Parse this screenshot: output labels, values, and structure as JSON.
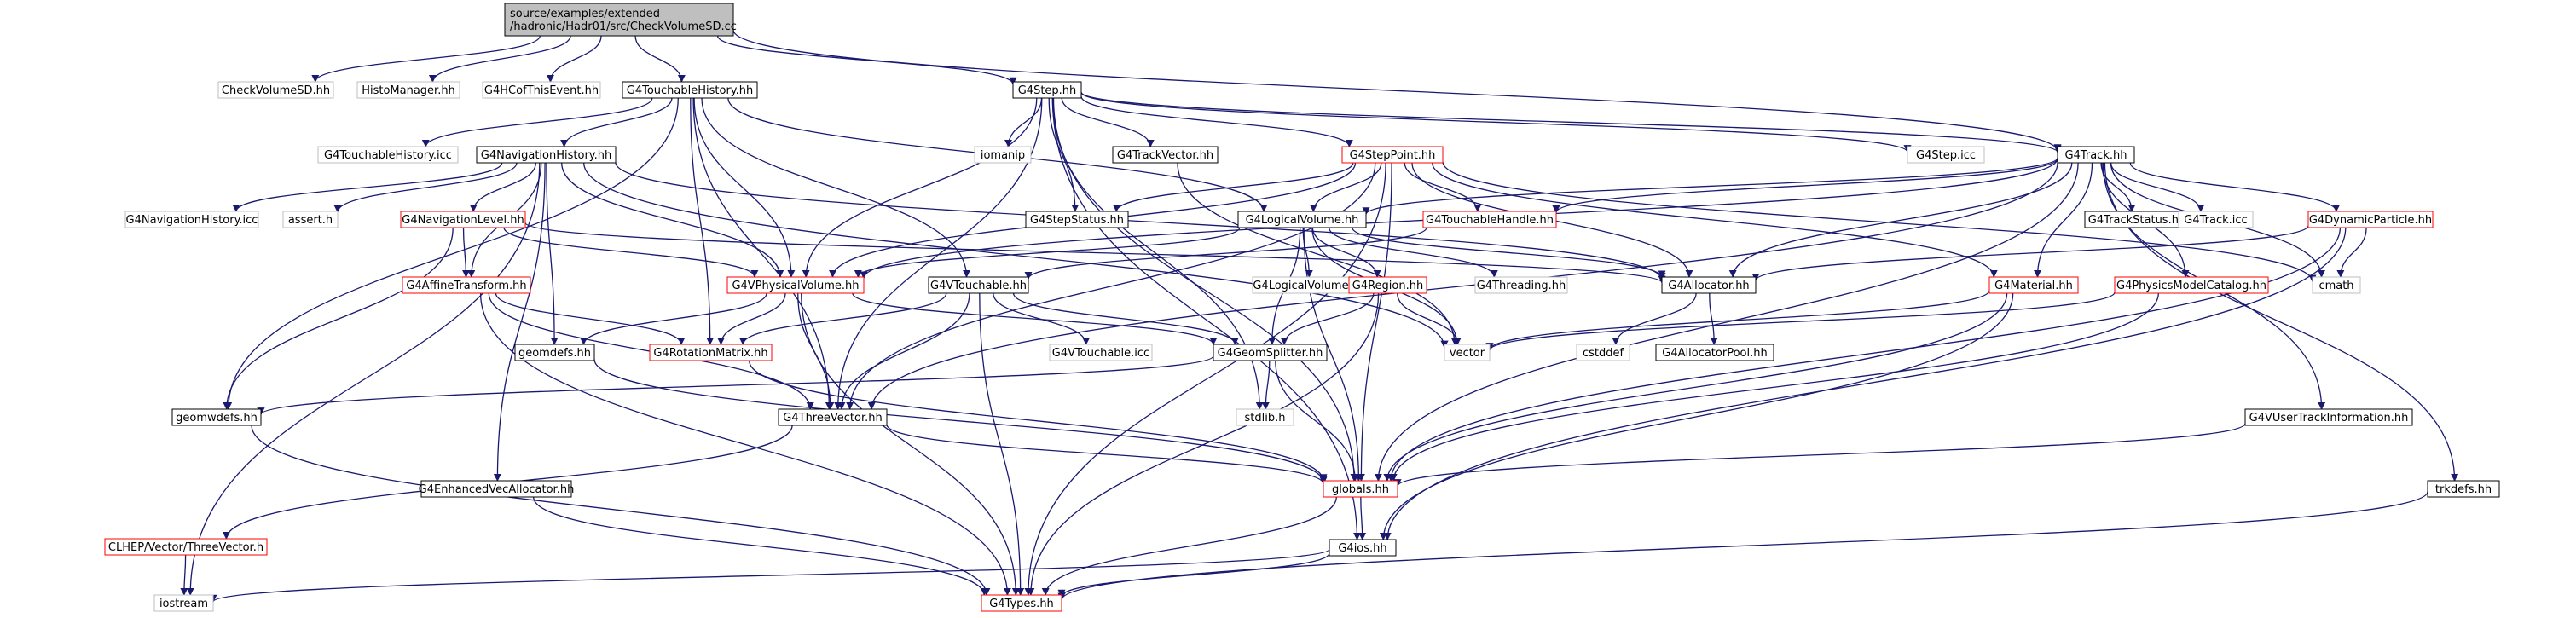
{
  "graph": {
    "style": {
      "root_fill": "#bfbfbf",
      "box_fill": "#ffffff",
      "border_normal": "#000000",
      "border_link": "#ff0000",
      "border_external": "#bfbfbf",
      "text_external": "#a0a0a0",
      "edge_color": "#191970"
    },
    "nodes": [
      {
        "id": "root",
        "label": [
          "source/examples/extended",
          "/hadronic/Hadr01/src/CheckVolumeSD.cc"
        ],
        "kind": "root"
      },
      {
        "id": "checkvolume",
        "label": [
          "CheckVolumeSD.hh"
        ],
        "kind": "external"
      },
      {
        "id": "histomgr",
        "label": [
          "HistoManager.hh"
        ],
        "kind": "external"
      },
      {
        "id": "hcofthis",
        "label": [
          "G4HCofThisEvent.hh"
        ],
        "kind": "external"
      },
      {
        "id": "touchhist",
        "label": [
          "G4TouchableHistory.hh"
        ],
        "kind": "normal"
      },
      {
        "id": "g4step",
        "label": [
          "G4Step.hh"
        ],
        "kind": "normal"
      },
      {
        "id": "touchhisticc",
        "label": [
          "G4TouchableHistory.icc"
        ],
        "kind": "external"
      },
      {
        "id": "navhist",
        "label": [
          "G4NavigationHistory.hh"
        ],
        "kind": "normal"
      },
      {
        "id": "navhisticc",
        "label": [
          "G4NavigationHistory.icc"
        ],
        "kind": "external"
      },
      {
        "id": "asserth",
        "label": [
          "assert.h"
        ],
        "kind": "external"
      },
      {
        "id": "navlevel",
        "label": [
          "G4NavigationLevel.hh"
        ],
        "kind": "link"
      },
      {
        "id": "iomanip",
        "label": [
          "iomanip"
        ],
        "kind": "external"
      },
      {
        "id": "trackvector",
        "label": [
          "G4TrackVector.hh"
        ],
        "kind": "normal"
      },
      {
        "id": "steppoint",
        "label": [
          "G4StepPoint.hh"
        ],
        "kind": "link"
      },
      {
        "id": "stepicc",
        "label": [
          "G4Step.icc"
        ],
        "kind": "external"
      },
      {
        "id": "g4track",
        "label": [
          "G4Track.hh"
        ],
        "kind": "normal"
      },
      {
        "id": "stepstatus",
        "label": [
          "G4StepStatus.hh"
        ],
        "kind": "normal"
      },
      {
        "id": "logvol",
        "label": [
          "G4LogicalVolume.hh"
        ],
        "kind": "normal"
      },
      {
        "id": "touchhandle",
        "label": [
          "G4TouchableHandle.hh"
        ],
        "kind": "link"
      },
      {
        "id": "trackstatus",
        "label": [
          "G4TrackStatus.hh"
        ],
        "kind": "normal"
      },
      {
        "id": "trackicc",
        "label": [
          "G4Track.icc"
        ],
        "kind": "external"
      },
      {
        "id": "dynpart",
        "label": [
          "G4DynamicParticle.hh"
        ],
        "kind": "link"
      },
      {
        "id": "affine",
        "label": [
          "G4AffineTransform.hh"
        ],
        "kind": "link"
      },
      {
        "id": "vphysvol",
        "label": [
          "G4VPhysicalVolume.hh"
        ],
        "kind": "link"
      },
      {
        "id": "vtouchable",
        "label": [
          "G4VTouchable.hh"
        ],
        "kind": "normal"
      },
      {
        "id": "logvolicc",
        "label": [
          "G4LogicalVolume.icc"
        ],
        "kind": "external"
      },
      {
        "id": "region",
        "label": [
          "G4Region.hh"
        ],
        "kind": "link"
      },
      {
        "id": "threading",
        "label": [
          "G4Threading.hh"
        ],
        "kind": "external"
      },
      {
        "id": "allocator",
        "label": [
          "G4Allocator.hh"
        ],
        "kind": "normal"
      },
      {
        "id": "material",
        "label": [
          "G4Material.hh"
        ],
        "kind": "link"
      },
      {
        "id": "physcat",
        "label": [
          "G4PhysicsModelCatalog.hh"
        ],
        "kind": "link"
      },
      {
        "id": "cmath",
        "label": [
          "cmath"
        ],
        "kind": "external"
      },
      {
        "id": "geomdefs",
        "label": [
          "geomdefs.hh"
        ],
        "kind": "normal"
      },
      {
        "id": "rotmatrix",
        "label": [
          "G4RotationMatrix.hh"
        ],
        "kind": "link"
      },
      {
        "id": "vtouchicc",
        "label": [
          "G4VTouchable.icc"
        ],
        "kind": "external"
      },
      {
        "id": "geomsplit",
        "label": [
          "G4GeomSplitter.hh"
        ],
        "kind": "normal"
      },
      {
        "id": "vector",
        "label": [
          "vector"
        ],
        "kind": "external"
      },
      {
        "id": "cstddef",
        "label": [
          "cstddef"
        ],
        "kind": "external"
      },
      {
        "id": "allocpool",
        "label": [
          "G4AllocatorPool.hh"
        ],
        "kind": "normal"
      },
      {
        "id": "geomwdefs",
        "label": [
          "geomwdefs.hh"
        ],
        "kind": "normal"
      },
      {
        "id": "threevector",
        "label": [
          "G4ThreeVector.hh"
        ],
        "kind": "normal"
      },
      {
        "id": "stdlib",
        "label": [
          "stdlib.h"
        ],
        "kind": "external"
      },
      {
        "id": "vusertrack",
        "label": [
          "G4VUserTrackInformation.hh"
        ],
        "kind": "normal"
      },
      {
        "id": "enhvecalloc",
        "label": [
          "G4EnhancedVecAllocator.hh"
        ],
        "kind": "normal"
      },
      {
        "id": "globals",
        "label": [
          "globals.hh"
        ],
        "kind": "link"
      },
      {
        "id": "trkdefs",
        "label": [
          "trkdefs.hh"
        ],
        "kind": "normal"
      },
      {
        "id": "clhepvec",
        "label": [
          "CLHEP/Vector/ThreeVector.h"
        ],
        "kind": "link"
      },
      {
        "id": "g4ios",
        "label": [
          "G4ios.hh"
        ],
        "kind": "normal"
      },
      {
        "id": "iostream",
        "label": [
          "iostream"
        ],
        "kind": "external"
      },
      {
        "id": "g4types",
        "label": [
          "G4Types.hh"
        ],
        "kind": "link"
      }
    ],
    "edges": [
      [
        "root",
        "checkvolume"
      ],
      [
        "root",
        "histomgr"
      ],
      [
        "root",
        "hcofthis"
      ],
      [
        "root",
        "touchhist"
      ],
      [
        "root",
        "g4step"
      ],
      [
        "root",
        "g4track"
      ],
      [
        "touchhist",
        "touchhisticc"
      ],
      [
        "touchhist",
        "navhist"
      ],
      [
        "touchhist",
        "vtouchable"
      ],
      [
        "touchhist",
        "logvol"
      ],
      [
        "touchhist",
        "threevector"
      ],
      [
        "touchhist",
        "rotmatrix"
      ],
      [
        "touchhist",
        "geomwdefs"
      ],
      [
        "touchhist",
        "vphysvol"
      ],
      [
        "navhist",
        "navhisticc"
      ],
      [
        "navhist",
        "asserth"
      ],
      [
        "navhist",
        "navlevel"
      ],
      [
        "navhist",
        "affine"
      ],
      [
        "navhist",
        "vphysvol"
      ],
      [
        "navhist",
        "geomdefs"
      ],
      [
        "navhist",
        "allocator"
      ],
      [
        "navhist",
        "enhvecalloc"
      ],
      [
        "navhist",
        "vector"
      ],
      [
        "navhist",
        "iostream"
      ],
      [
        "navlevel",
        "affine"
      ],
      [
        "navlevel",
        "vphysvol"
      ],
      [
        "navlevel",
        "geomwdefs"
      ],
      [
        "navlevel",
        "allocator"
      ],
      [
        "affine",
        "rotmatrix"
      ],
      [
        "affine",
        "threevector"
      ],
      [
        "affine",
        "g4types"
      ],
      [
        "vphysvol",
        "geomdefs"
      ],
      [
        "vphysvol",
        "rotmatrix"
      ],
      [
        "vphysvol",
        "threevector"
      ],
      [
        "vphysvol",
        "geomsplit"
      ],
      [
        "vphysvol",
        "g4types"
      ],
      [
        "g4step",
        "iomanip"
      ],
      [
        "g4step",
        "trackvector"
      ],
      [
        "g4step",
        "steppoint"
      ],
      [
        "g4step",
        "stepicc"
      ],
      [
        "g4step",
        "g4track"
      ],
      [
        "g4step",
        "stepstatus"
      ],
      [
        "g4step",
        "vphysvol"
      ],
      [
        "g4step",
        "threevector"
      ],
      [
        "g4step",
        "globals"
      ],
      [
        "g4step",
        "stdlib"
      ],
      [
        "g4step",
        "g4ios"
      ],
      [
        "trackvector",
        "vector"
      ],
      [
        "steppoint",
        "stepstatus"
      ],
      [
        "steppoint",
        "logvol"
      ],
      [
        "steppoint",
        "touchhandle"
      ],
      [
        "steppoint",
        "allocator"
      ],
      [
        "steppoint",
        "material"
      ],
      [
        "steppoint",
        "vphysvol"
      ],
      [
        "steppoint",
        "threevector"
      ],
      [
        "steppoint",
        "globals"
      ],
      [
        "steppoint",
        "cmath"
      ],
      [
        "steppoint",
        "g4types"
      ],
      [
        "logvol",
        "logvolicc"
      ],
      [
        "logvol",
        "region"
      ],
      [
        "logvol",
        "threading"
      ],
      [
        "logvol",
        "geomsplit"
      ],
      [
        "logvol",
        "vector"
      ],
      [
        "logvol",
        "allocator"
      ],
      [
        "logvol",
        "vphysvol"
      ],
      [
        "logvol",
        "globals"
      ],
      [
        "touchhandle",
        "vtouchable"
      ],
      [
        "vtouchable",
        "vtouchicc"
      ],
      [
        "vtouchable",
        "rotmatrix"
      ],
      [
        "vtouchable",
        "threevector"
      ],
      [
        "vtouchable",
        "geomsplit"
      ],
      [
        "vtouchable",
        "g4types"
      ],
      [
        "region",
        "vector"
      ],
      [
        "region",
        "geomsplit"
      ],
      [
        "region",
        "g4types"
      ],
      [
        "geomsplit",
        "geomwdefs"
      ],
      [
        "geomsplit",
        "stdlib"
      ],
      [
        "geomsplit",
        "globals"
      ],
      [
        "allocator",
        "cstddef"
      ],
      [
        "allocator",
        "allocpool"
      ],
      [
        "g4track",
        "trackstatus"
      ],
      [
        "g4track",
        "trackicc"
      ],
      [
        "g4track",
        "dynpart"
      ],
      [
        "g4track",
        "material"
      ],
      [
        "g4track",
        "physcat"
      ],
      [
        "g4track",
        "allocator"
      ],
      [
        "g4track",
        "cmath"
      ],
      [
        "g4track",
        "touchhandle"
      ],
      [
        "g4track",
        "logvol"
      ],
      [
        "g4track",
        "vphysvol"
      ],
      [
        "g4track",
        "threevector"
      ],
      [
        "g4track",
        "globals"
      ],
      [
        "g4track",
        "vusertrack"
      ],
      [
        "g4track",
        "trkdefs"
      ],
      [
        "dynpart",
        "allocator"
      ],
      [
        "dynpart",
        "cmath"
      ],
      [
        "dynpart",
        "globals"
      ],
      [
        "dynpart",
        "g4ios"
      ],
      [
        "material",
        "vector"
      ],
      [
        "material",
        "globals"
      ],
      [
        "material",
        "g4ios"
      ],
      [
        "physcat",
        "vector"
      ],
      [
        "physcat",
        "globals"
      ],
      [
        "vusertrack",
        "globals"
      ],
      [
        "trkdefs",
        "g4types"
      ],
      [
        "geomdefs",
        "globals"
      ],
      [
        "rotmatrix",
        "globals"
      ],
      [
        "threevector",
        "clhepvec"
      ],
      [
        "threevector",
        "globals"
      ],
      [
        "geomwdefs",
        "g4types"
      ],
      [
        "enhvecalloc",
        "g4types"
      ],
      [
        "globals",
        "g4ios"
      ],
      [
        "globals",
        "g4types"
      ],
      [
        "clhepvec",
        "iostream"
      ],
      [
        "g4ios",
        "iostream"
      ],
      [
        "g4ios",
        "g4types"
      ]
    ]
  }
}
